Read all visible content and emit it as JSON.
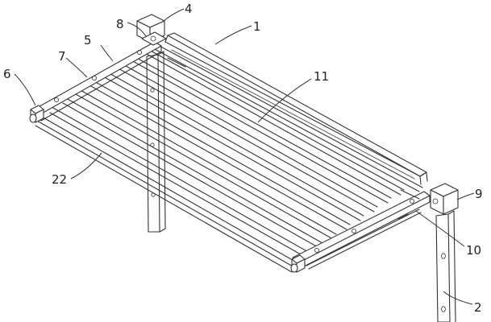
{
  "labels": {
    "l1": "1",
    "l2": "2",
    "l4": "4",
    "l5": "5",
    "l6": "6",
    "l7": "7",
    "l8": "8",
    "l9": "9",
    "l10": "10",
    "l11": "11",
    "l22": "22"
  }
}
